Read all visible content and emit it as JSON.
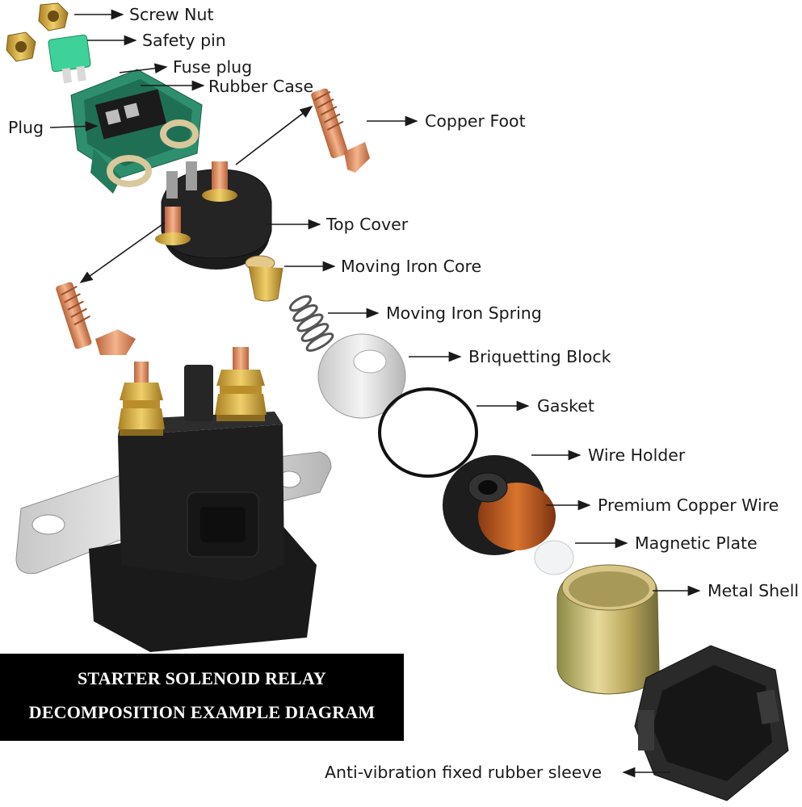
{
  "labels": {
    "screw_nut": "Screw Nut",
    "safety_pin": "Safety pin",
    "fuse_plug": "Fuse plug",
    "rubber_case": "Rubber Case",
    "plug": "Plug",
    "copper_foot": "Copper Foot",
    "top_cover": "Top Cover",
    "moving_iron_core": "Moving Iron Core",
    "moving_iron_spring": "Moving Iron Spring",
    "briquetting_block": "Briquetting Block",
    "gasket": "Gasket",
    "wire_holder": "Wire Holder",
    "premium_copper_wire": "Premium Copper Wire",
    "magnetic_plate": "Magnetic Plate",
    "metal_shell": "Metal Shell",
    "rubber_sleeve": "Anti-vibration fixed rubber sleeve"
  },
  "banner": {
    "line1": "STARTER SOLENOID RELAY",
    "line2": "DECOMPOSITION EXAMPLE DIAGRAM"
  },
  "colors": {
    "banner_bg": "#000000",
    "banner_text": "#ffffff",
    "copper": "#d98a5c",
    "brass": "#c9a040",
    "body_black": "#1c1c1c",
    "case_green": "#2e8f6e"
  }
}
